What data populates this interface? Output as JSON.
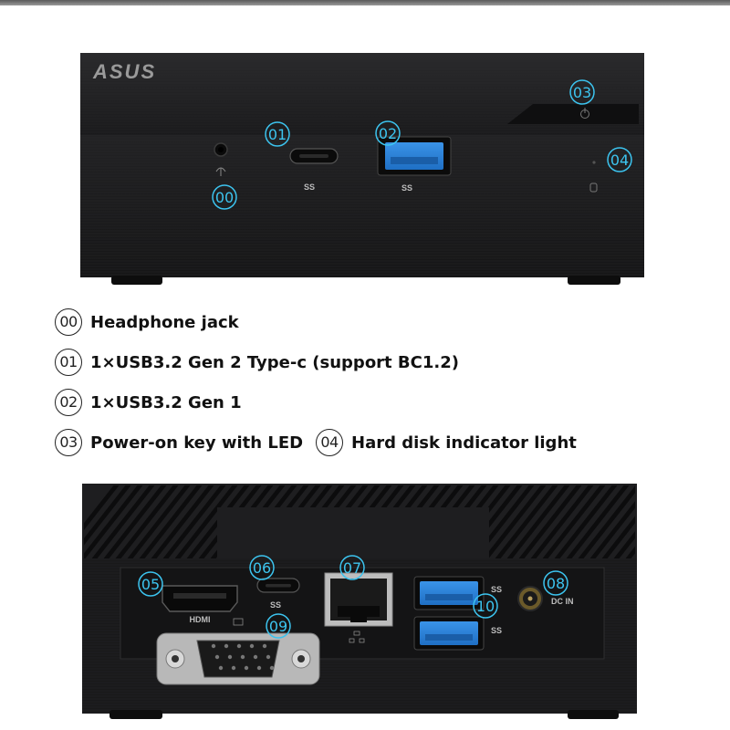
{
  "brand": "ASUS",
  "colors": {
    "callout": "#3cc4ef",
    "usb3_blue": "#2a7fd4",
    "chassis": "#1c1c1e"
  },
  "front": {
    "callouts": [
      "00",
      "01",
      "02",
      "03",
      "04"
    ],
    "port_marks": {
      "usb_c": "SS",
      "usb_a": "SS"
    }
  },
  "legend": [
    {
      "id": "00",
      "text": "Headphone jack"
    },
    {
      "id": "01",
      "text": "1×USB3.2 Gen 2 Type-c (support BC1.2)"
    },
    {
      "id": "02",
      "text": "1×USB3.2 Gen 1"
    },
    {
      "id": "03",
      "text": "Power-on key with LED"
    },
    {
      "id": "04",
      "text": "Hard disk indicator light"
    }
  ],
  "rear": {
    "callouts": [
      "05",
      "06",
      "07",
      "08",
      "09",
      "10"
    ],
    "port_marks": {
      "hdmi": "HDMI",
      "usb_c": "SS",
      "usb_a_top": "SS",
      "usb_a_bottom": "SS",
      "dc_in": "DC IN"
    }
  }
}
